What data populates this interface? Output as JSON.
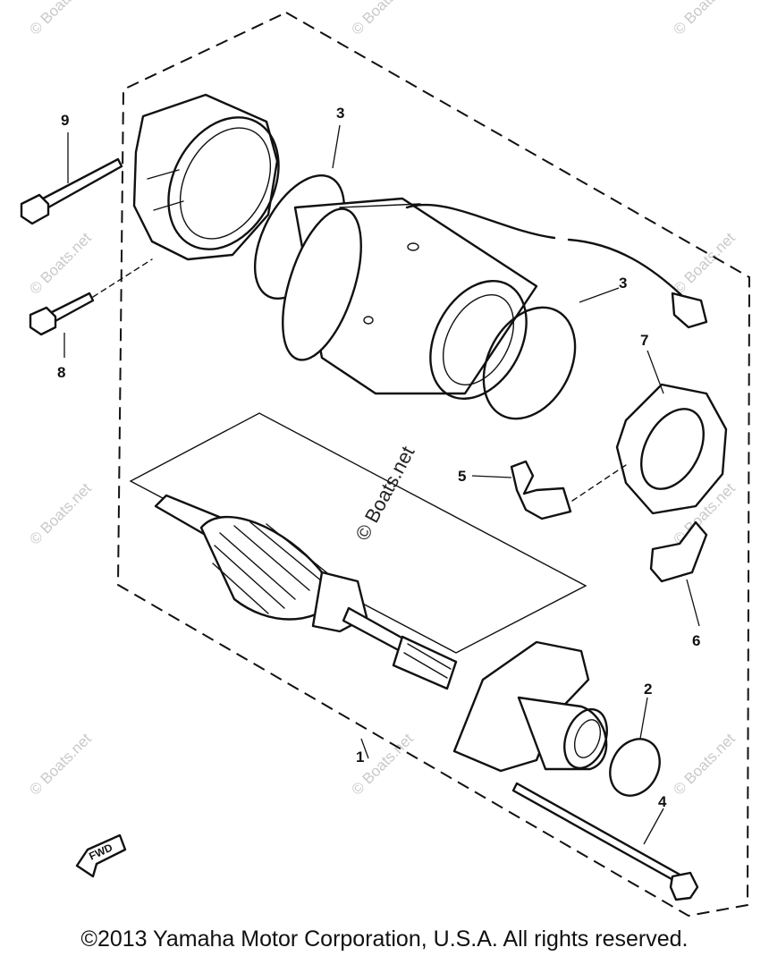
{
  "copyright": "©2013 Yamaha Motor Corporation, U.S.A. All rights reserved.",
  "watermark": "© Boats.net",
  "center_watermark": "© Boats.net",
  "fwd_label": "FWD",
  "callouts": {
    "c1": "1",
    "c2": "2",
    "c3a": "3",
    "c3b": "3",
    "c4": "4",
    "c5": "5",
    "c6": "6",
    "c7": "7",
    "c8": "8",
    "c9": "9"
  }
}
